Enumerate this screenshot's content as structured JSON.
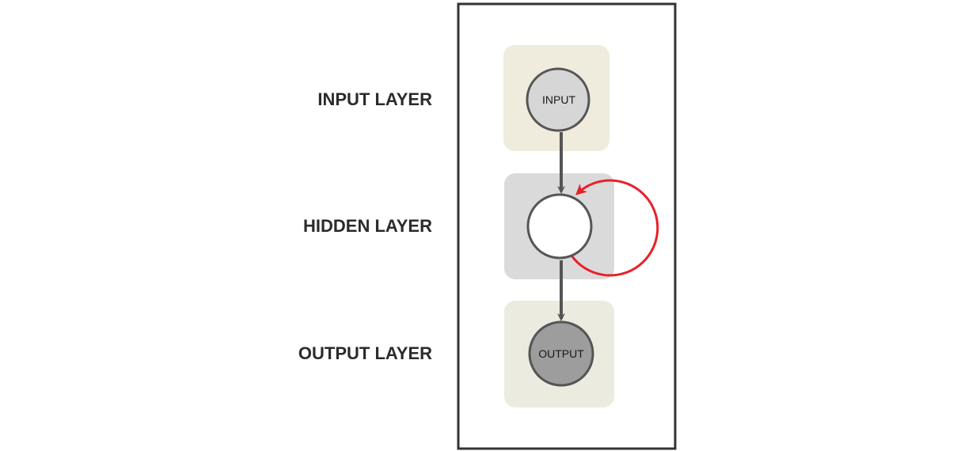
{
  "labels": {
    "input_layer": "INPUT LAYER",
    "hidden_layer": "HIDDEN LAYER",
    "output_layer": "OUTPUT LAYER"
  },
  "nodes": {
    "input": "INPUT",
    "hidden": "",
    "output": "OUTPUT"
  },
  "colors": {
    "frame": "#333333",
    "input_bg": "#efebdd",
    "hidden_bg": "#dadada",
    "output_bg": "#ecebdf",
    "input_node": "#d6d6d6",
    "hidden_node": "#ffffff",
    "output_node": "#9d9d9d",
    "node_stroke": "#555555",
    "arrow": "#555555",
    "recurrent_arrow": "#e8202a"
  }
}
